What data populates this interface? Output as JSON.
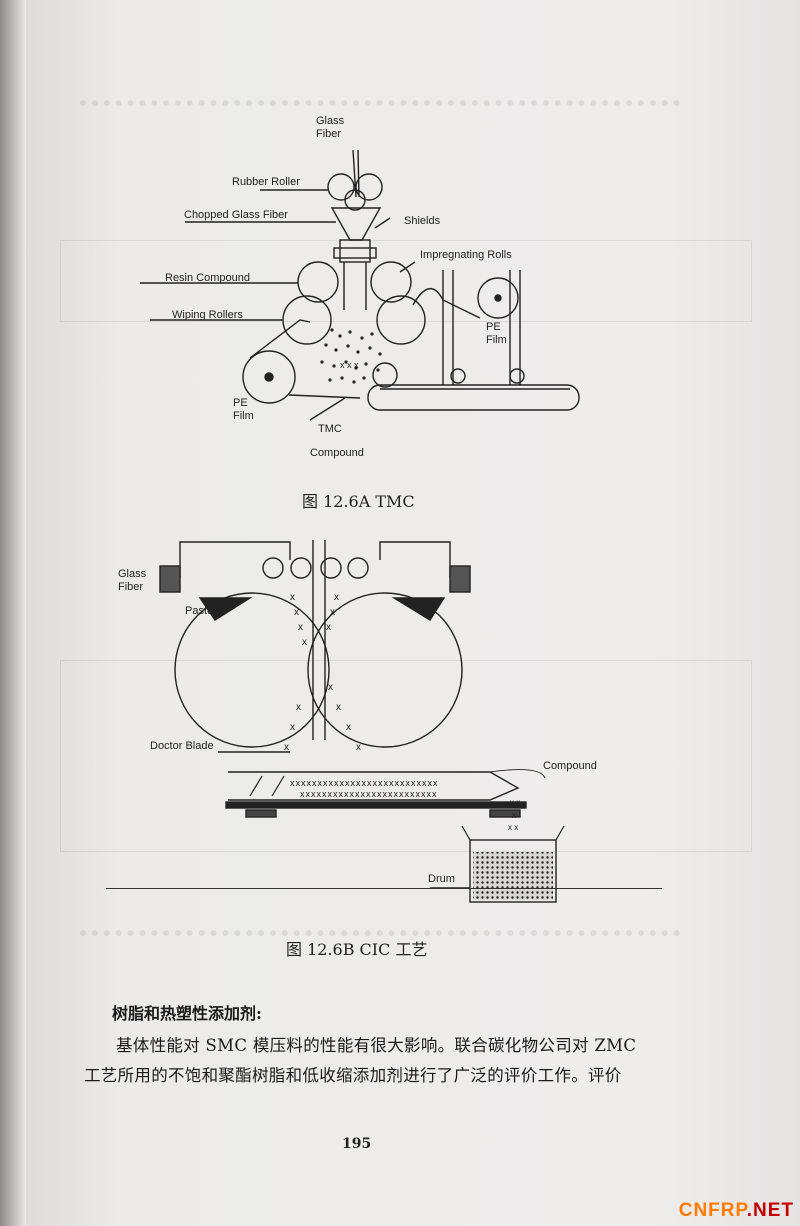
{
  "figure_a": {
    "labels": {
      "glass_fiber": [
        "Glass",
        "Fiber"
      ],
      "rubber_roller": "Rubber Roller",
      "chopped_glass_fiber": "Chopped Glass Fiber",
      "shields": "Shields",
      "impregnating_rolls": "Impregnating Rolls",
      "resin_compound": "Resin Compound",
      "wiping_rollers": "Wiping Rollers",
      "pe_film_right": [
        "PE",
        "Film"
      ],
      "pe_film_left": [
        "PE",
        "Film"
      ],
      "tmc_compound": [
        "TMC",
        "Compound"
      ]
    },
    "caption": "图 12.6A    TMC"
  },
  "figure_b": {
    "labels": {
      "glass_fiber": [
        "Glass",
        "Fiber"
      ],
      "paste": "Paste",
      "doctor_blade": "Doctor Blade",
      "compound": "Compound",
      "drum": "Drum"
    },
    "caption": "图 12.6B    CIC 工艺"
  },
  "section_heading": "树脂和热塑性添加剂:",
  "paragraph_lines": [
    "基体性能对 SMC 模压料的性能有很大影响。联合碳化物公司对 ZMC",
    "工艺所用的不饱和聚酯树脂和低收缩添加剂进行了广泛的评价工作。评价"
  ],
  "page_number": "195",
  "watermark": {
    "brand": "CNFRP",
    "suffix": ".NET"
  }
}
